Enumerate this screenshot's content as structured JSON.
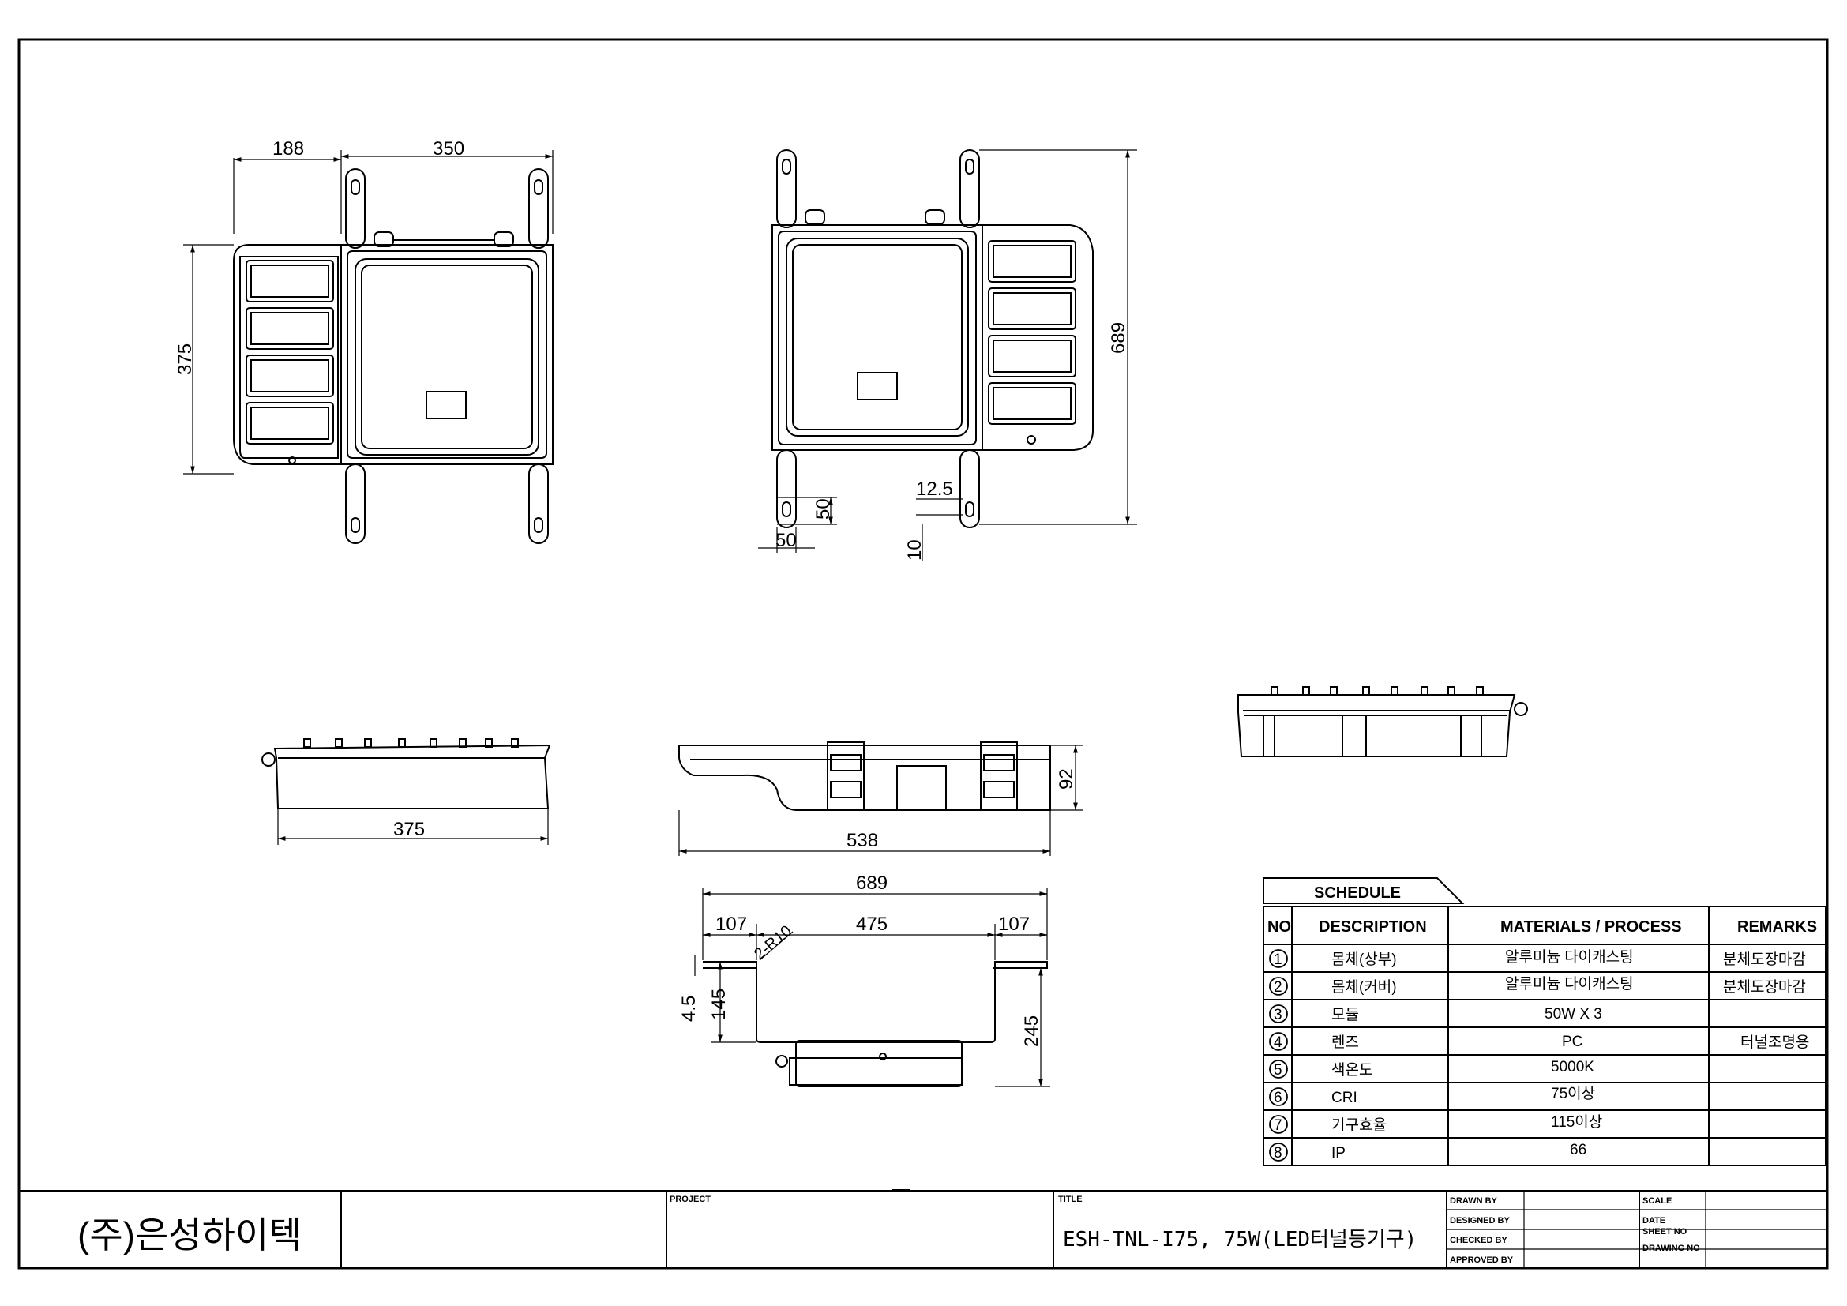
{
  "dimensions": {
    "top_view": {
      "width_side": "188",
      "width_main": "350",
      "height": "375"
    },
    "bottom_view": {
      "height": "689",
      "slot": "12.5",
      "tab_w": "50",
      "tab_h": "50",
      "gap": "10"
    },
    "side_front": {
      "length": "375"
    },
    "side_long": {
      "length": "538",
      "height": "92"
    },
    "section": {
      "overall": "689",
      "left": "107",
      "middle": "475",
      "right": "107",
      "radius": "2-R10",
      "lip": "4.5",
      "body": "145",
      "total": "245"
    }
  },
  "schedule": {
    "title": "SCHEDULE",
    "headers": {
      "no": "NO",
      "description": "DESCRIPTION",
      "materials": "MATERIALS / PROCESS",
      "remarks": "REMARKS"
    },
    "rows": [
      {
        "no": "1",
        "description": "몸체(상부)",
        "materials": "알루미늄 다이캐스팅",
        "remarks": "분체도장마감"
      },
      {
        "no": "2",
        "description": "몸체(커버)",
        "materials": "알루미늄 다이캐스팅",
        "remarks": "분체도장마감"
      },
      {
        "no": "3",
        "description": "모듈",
        "materials": "50W X 3",
        "remarks": ""
      },
      {
        "no": "4",
        "description": "렌즈",
        "materials": "PC",
        "remarks": "터널조명용"
      },
      {
        "no": "5",
        "description": "색온도",
        "materials": "5000K",
        "remarks": ""
      },
      {
        "no": "6",
        "description": "CRI",
        "materials": "75이상",
        "remarks": ""
      },
      {
        "no": "7",
        "description": "기구효율",
        "materials": "115이상",
        "remarks": ""
      },
      {
        "no": "8",
        "description": "IP",
        "materials": "66",
        "remarks": ""
      }
    ]
  },
  "title_block": {
    "company": "(주)은성하이텍",
    "project_label": "PROJECT",
    "title_label": "TITLE",
    "title_value": "ESH-TNL-I75, 75W(LED터널등기구)",
    "drawn_by": "DRAWN BY",
    "designed_by": "DESIGNED BY",
    "checked_by": "CHECKED BY",
    "approved_by": "APPROVED BY",
    "scale": "SCALE",
    "date": "DATE",
    "sheet_no": "SHEET NO",
    "drawing_no": "DRAWING NO"
  }
}
